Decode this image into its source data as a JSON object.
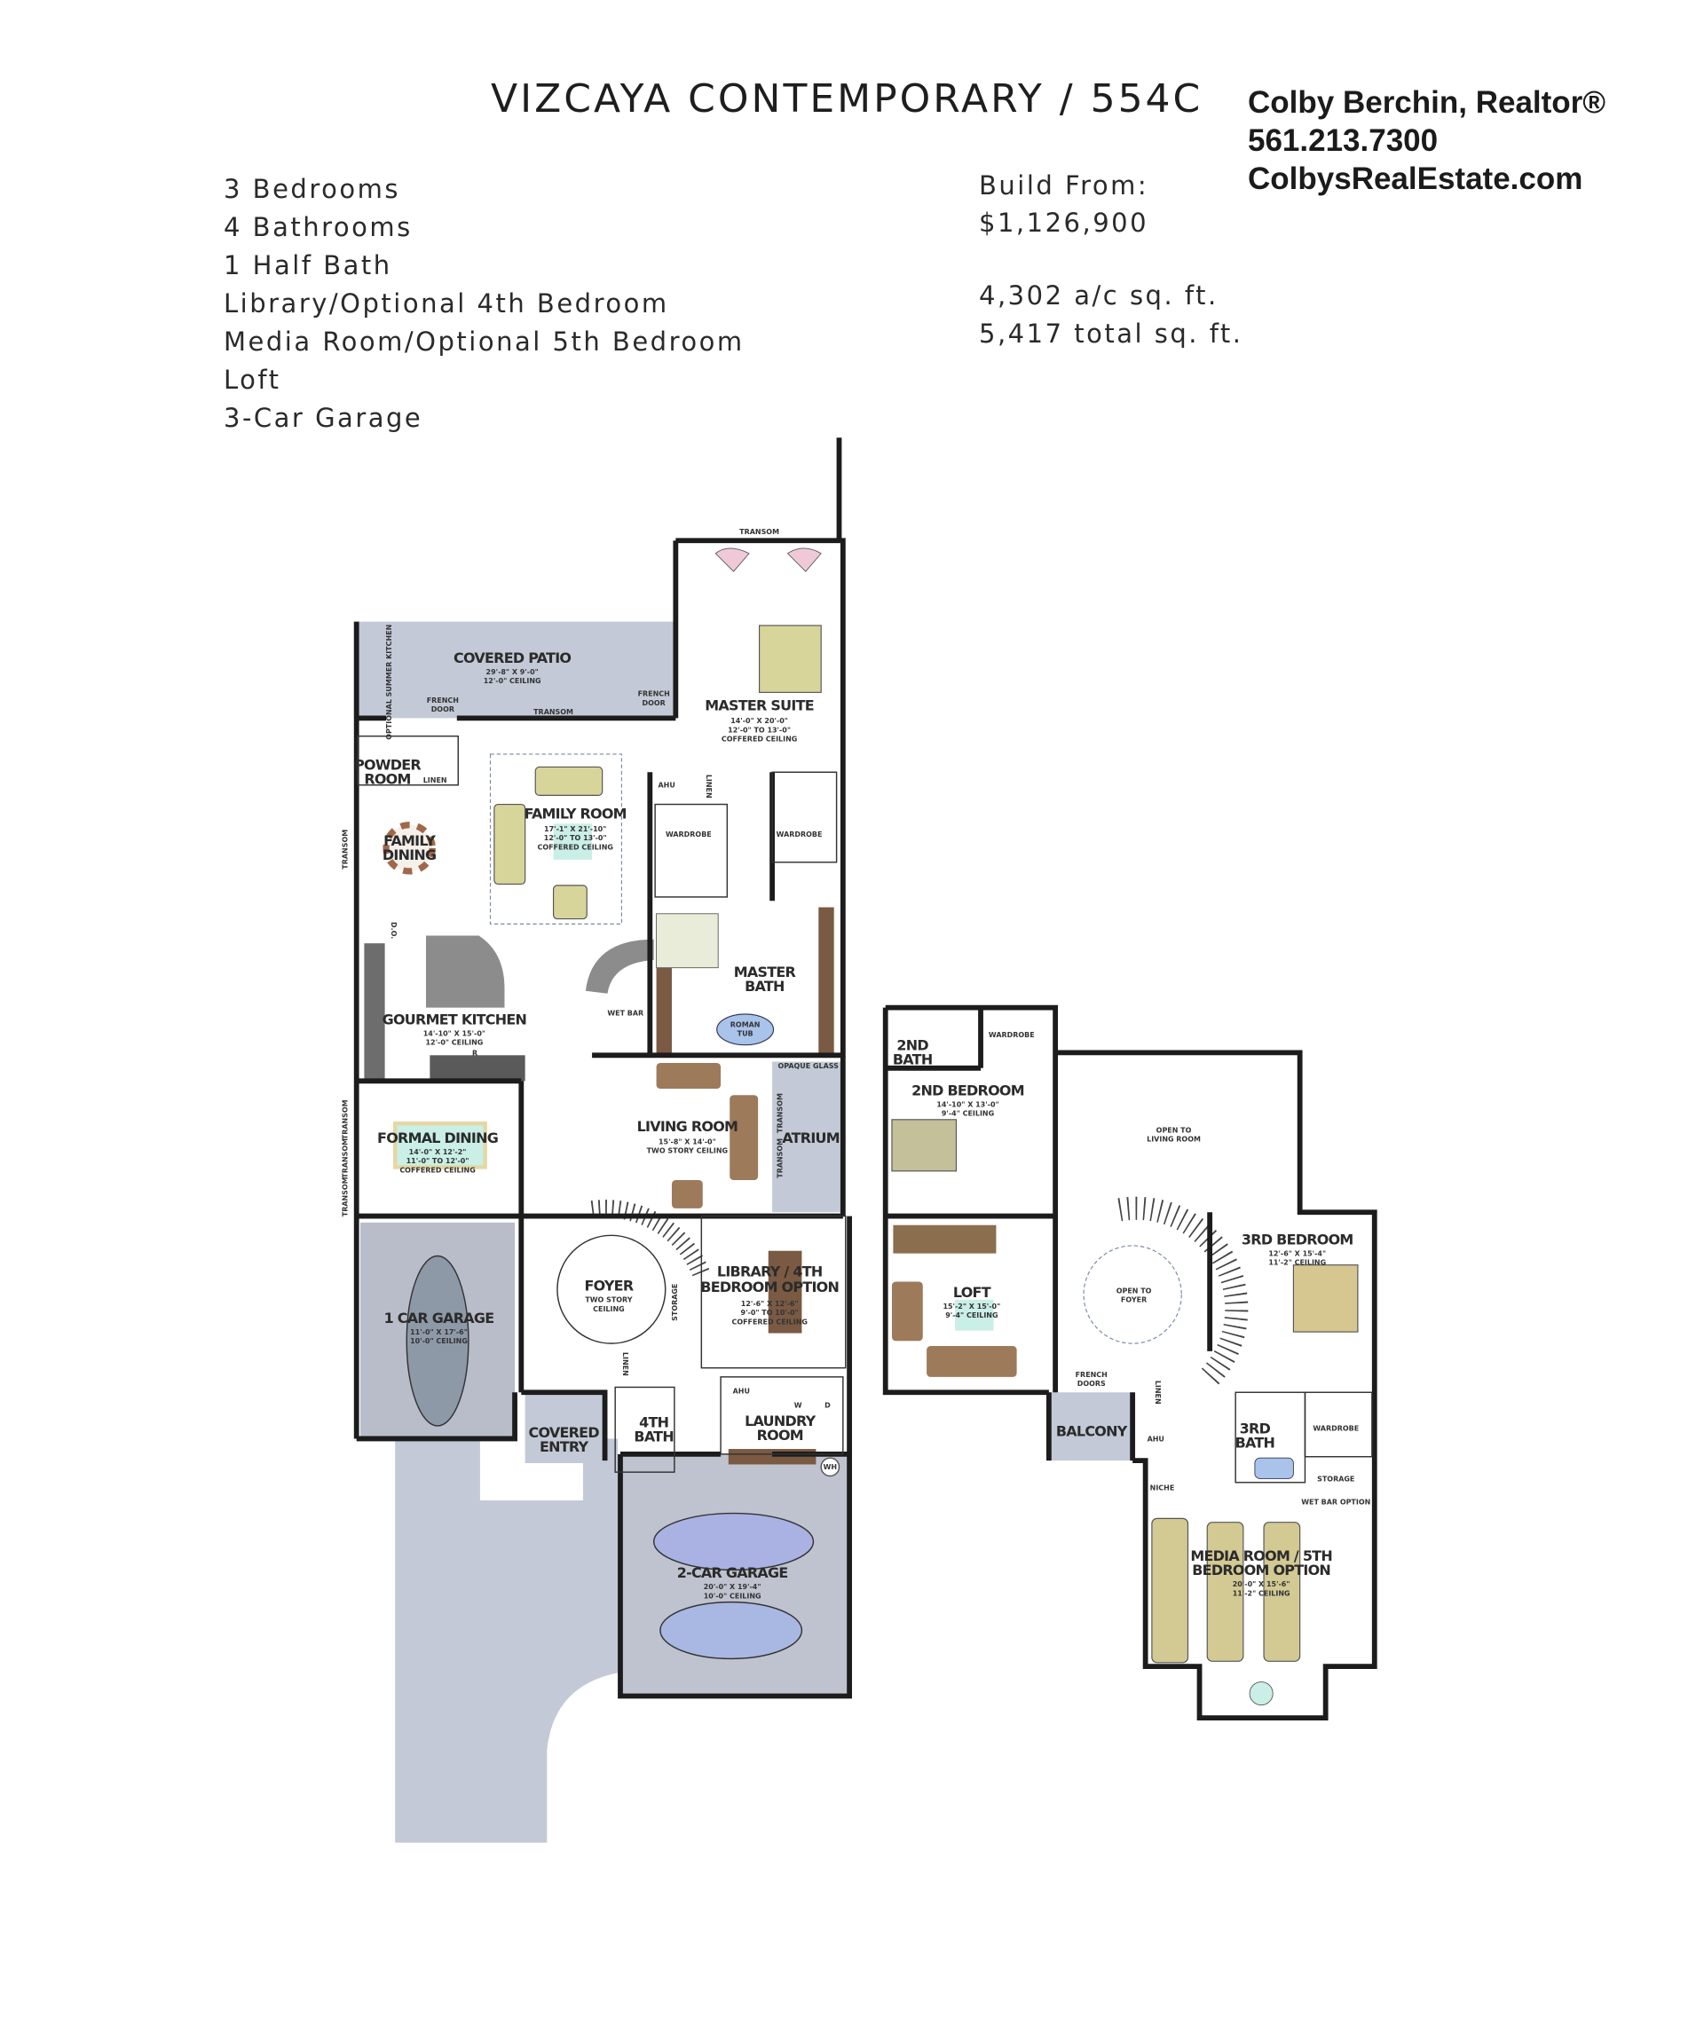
{
  "header": {
    "title": "VIZCAYA CONTEMPORARY / 554C",
    "realtor_name": "Colby Berchin, Realtor®",
    "realtor_phone": "561.213.7300",
    "realtor_site": "ColbysRealEstate.com"
  },
  "specs": [
    "3 Bedrooms",
    "4 Bathrooms",
    "1 Half Bath",
    "Library/Optional 4th Bedroom",
    "Media Room/Optional 5th Bedroom",
    "Loft",
    "3-Car Garage"
  ],
  "pricing": {
    "label": "Build From:",
    "value": "$1,126,900"
  },
  "area": {
    "ac": "4,302 a/c sq. ft.",
    "total": "5,417 total sq. ft."
  },
  "colors": {
    "wall": "#1c1c1c",
    "covered_area": "#c3c9d6",
    "garage": "#b9bdca",
    "bed": "#d8d59a",
    "sofa_brown": "#9c7a5a",
    "counter": "#7a7a7a"
  },
  "plan": {
    "rooms": [
      {
        "name": "COVERED PATIO",
        "d1": "29'-8\" X 9'-0\"",
        "d2": "12'-0\" CEILING"
      },
      {
        "name": "MASTER SUITE",
        "d1": "14'-0\" X 20'-0\"",
        "d2": "12'-0\" TO 13'-0\"",
        "d3": "COFFERED CEILING"
      },
      {
        "name": "POWDER",
        "name2": "ROOM"
      },
      {
        "name": "FAMILY ROOM",
        "d1": "17'-1\" X 21'-10\"",
        "d2": "12'-0\" TO 13'-0\"",
        "d3": "COFFERED CEILING"
      },
      {
        "name": "FAMILY",
        "name2": "DINING"
      },
      {
        "name": "GOURMET KITCHEN",
        "d1": "14'-10\" X 15'-0\"",
        "d2": "12'-0\" CEILING"
      },
      {
        "name": "MASTER",
        "name2": "BATH"
      },
      {
        "name": "LIVING ROOM",
        "d1": "15'-8\" X 14'-0\"",
        "d2": "TWO STORY CEILING"
      },
      {
        "name": "ATRIUM"
      },
      {
        "name": "FORMAL DINING",
        "d1": "14'-0\" X 12'-2\"",
        "d2": "11'-0\" TO 12'-0\"",
        "d3": "COFFERED CEILING"
      },
      {
        "name": "1 CAR GARAGE",
        "d1": "11'-0\" X 17'-6\"",
        "d2": "10'-0\" CEILING"
      },
      {
        "name": "FOYER",
        "d1": "TWO STORY",
        "d2": "CEILING"
      },
      {
        "name": "LIBRARY / 4TH",
        "name2": "BEDROOM OPTION",
        "d1": "12'-6\" X 12'-6\"",
        "d2": "9'-0\" TO 10'-0\"",
        "d3": "COFFERED CEILING"
      },
      {
        "name": "COVERED",
        "name2": "ENTRY"
      },
      {
        "name": "4TH",
        "name2": "BATH"
      },
      {
        "name": "LAUNDRY",
        "name2": "ROOM"
      },
      {
        "name": "2-CAR GARAGE",
        "d1": "20'-0\" X 19'-4\"",
        "d2": "10'-0\" CEILING"
      },
      {
        "name": "2ND",
        "name2": "BATH"
      },
      {
        "name": "2ND BEDROOM",
        "d1": "14'-10\" X 13'-0\"",
        "d2": "9'-4\" CEILING"
      },
      {
        "name": "LOFT",
        "d1": "15'-2\" X 15'-0\"",
        "d2": "9'-4\" CEILING"
      },
      {
        "name": "BALCONY"
      },
      {
        "name": "3RD BEDROOM",
        "d1": "12'-6\" X 15'-4\"",
        "d2": "11'-2\" CEILING"
      },
      {
        "name": "3RD",
        "name2": "BATH"
      },
      {
        "name": "MEDIA ROOM / 5TH",
        "name2": "BEDROOM OPTION",
        "d1": "20'-0\" X 15'-6\"",
        "d2": "11'-2\" CEILING"
      }
    ],
    "labels": {
      "transom": "TRANSOM",
      "french_door": "FRENCH",
      "door": "DOOR",
      "summer_kitchen": "OPTIONAL SUMMER KITCHEN",
      "linen": "LINEN",
      "ahu": "AHU",
      "wardrobe": "WARDROBE",
      "do": "D.O.",
      "wet_bar": "WET BAR",
      "roman": "ROMAN",
      "tub": "TUB",
      "r": "R",
      "opaque_glass": "OPAQUE GLASS",
      "storage": "STORAGE",
      "w": "W",
      "d": "D",
      "wh": "WH",
      "open_to": "OPEN TO",
      "living_room": "LIVING ROOM",
      "foyer": "FOYER",
      "french_doors": "DOORS",
      "niche": "NICHE",
      "wet_bar_option": "WET BAR OPTION"
    }
  }
}
